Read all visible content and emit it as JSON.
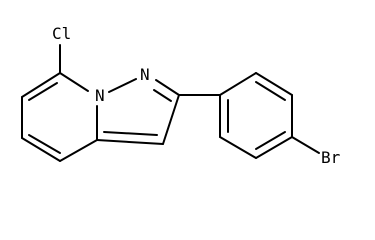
{
  "molecule": {
    "atoms": {
      "chlorine": "Cl",
      "nitrogen_bridge": "N",
      "nitrogen_ring": "N",
      "bromine": "Br"
    }
  }
}
